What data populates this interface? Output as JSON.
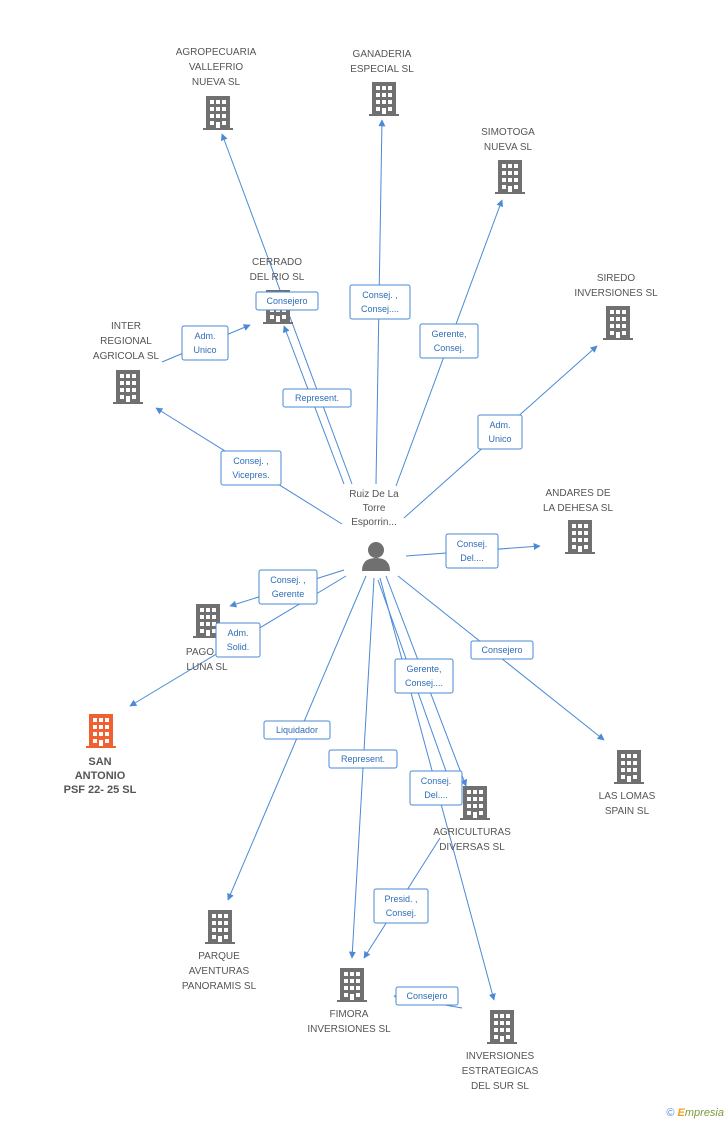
{
  "colors": {
    "edge": "#4a8ad6",
    "building": "#707070",
    "building_highlight": "#f06030",
    "person": "#707070"
  },
  "person": {
    "label_lines": [
      "Ruiz De La",
      "Torre",
      "Esporrin..."
    ],
    "icon": "person-icon"
  },
  "companies": [
    {
      "id": "agropecuaria",
      "label_lines": [
        "AGROPECUARIA",
        "VALLEFRIO",
        "NUEVA SL"
      ],
      "icon": "building-icon"
    },
    {
      "id": "ganaderia",
      "label_lines": [
        "GANADERIA",
        "ESPECIAL SL"
      ],
      "icon": "building-icon"
    },
    {
      "id": "simotoga",
      "label_lines": [
        "SIMOTOGA",
        "NUEVA SL"
      ],
      "icon": "building-icon"
    },
    {
      "id": "cerrado",
      "label_lines": [
        "CERRADO",
        "DEL RIO SL"
      ],
      "icon": "building-icon"
    },
    {
      "id": "inter",
      "label_lines": [
        "INTER",
        "REGIONAL",
        "AGRICOLA SL"
      ],
      "icon": "building-icon"
    },
    {
      "id": "siredo",
      "label_lines": [
        "SIREDO",
        "INVERSIONES SL"
      ],
      "icon": "building-icon"
    },
    {
      "id": "andares",
      "label_lines": [
        "ANDARES DE",
        "LA DEHESA  SL"
      ],
      "icon": "building-icon"
    },
    {
      "id": "pago",
      "label_lines": [
        "PAGO",
        "LUNA SL"
      ],
      "icon": "building-icon"
    },
    {
      "id": "sanantonio",
      "label_lines": [
        "SAN",
        "ANTONIO",
        "PSF 22- 25 SL"
      ],
      "icon": "building-icon",
      "highlight": true
    },
    {
      "id": "laslomas",
      "label_lines": [
        "LAS LOMAS",
        "SPAIN  SL"
      ],
      "icon": "building-icon"
    },
    {
      "id": "agriculturas",
      "label_lines": [
        "AGRICULTURAS",
        "DIVERSAS SL"
      ],
      "icon": "building-icon"
    },
    {
      "id": "parque",
      "label_lines": [
        "PARQUE",
        "AVENTURAS",
        "PANORAMIS SL"
      ],
      "icon": "building-icon"
    },
    {
      "id": "fimora",
      "label_lines": [
        "FIMORA",
        "INVERSIONES SL"
      ],
      "icon": "building-icon"
    },
    {
      "id": "inversiones",
      "label_lines": [
        "INVERSIONES",
        "ESTRATEGICAS",
        "DEL SUR SL"
      ],
      "icon": "building-icon"
    }
  ],
  "relations": [
    {
      "id": "r-agro",
      "lines": [
        ""
      ]
    },
    {
      "id": "r-cerrado",
      "lines": [
        "Consejero"
      ]
    },
    {
      "id": "r-ganaderia",
      "lines": [
        "Consej. ,",
        "Consej...."
      ]
    },
    {
      "id": "r-simotoga",
      "lines": [
        "Gerente,",
        "Consej."
      ]
    },
    {
      "id": "r-inter-cerrado",
      "lines": [
        "Adm.",
        "Unico"
      ]
    },
    {
      "id": "r-represent-cerrado",
      "lines": [
        "Represent."
      ]
    },
    {
      "id": "r-siredo",
      "lines": [
        "Adm.",
        "Unico"
      ]
    },
    {
      "id": "r-inter",
      "lines": [
        "Consej. ,",
        "Vicepres."
      ]
    },
    {
      "id": "r-andares",
      "lines": [
        "Consej.",
        "Del...."
      ]
    },
    {
      "id": "r-pago",
      "lines": [
        "Consej. ,",
        "Gerente"
      ]
    },
    {
      "id": "r-sanantonio",
      "lines": [
        "Adm.",
        "Solid."
      ]
    },
    {
      "id": "r-laslomas",
      "lines": [
        "Consejero"
      ]
    },
    {
      "id": "r-agri-gerente",
      "lines": [
        "Gerente,",
        "Consej...."
      ]
    },
    {
      "id": "r-parque",
      "lines": [
        "Liquidador"
      ]
    },
    {
      "id": "r-fimora",
      "lines": [
        "Represent."
      ]
    },
    {
      "id": "r-agri-del",
      "lines": [
        "Consej.",
        "Del...."
      ]
    },
    {
      "id": "r-fimora-presid",
      "lines": [
        "Presid. ,",
        "Consej."
      ]
    },
    {
      "id": "r-inv-consejero",
      "lines": [
        "Consejero"
      ]
    }
  ],
  "watermark": {
    "copyright": "©",
    "brand_first": "E",
    "brand_rest": "mpresia"
  }
}
